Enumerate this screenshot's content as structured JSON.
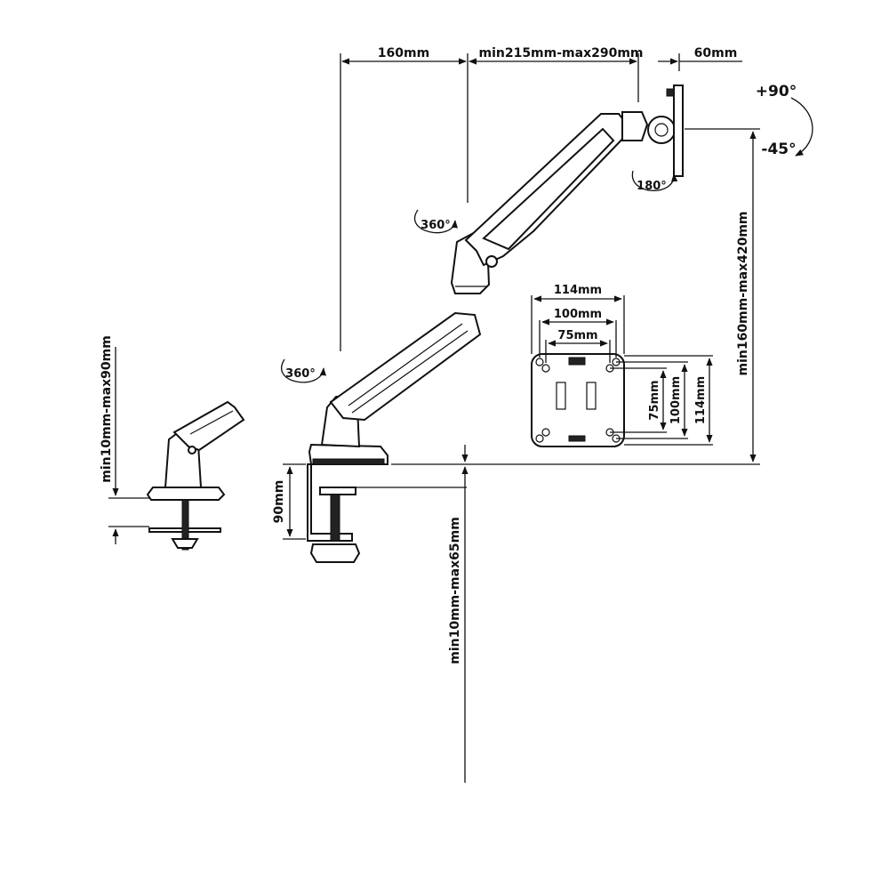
{
  "dimensions": {
    "base_offset": "160mm",
    "arm_reach": "min215mm-max290mm",
    "head_depth": "60mm",
    "height_range": "min160mm-max420mm",
    "clamp_height": "90mm",
    "desk_thickness_clamp": "min10mm-max65mm",
    "desk_thickness_grommet": "min10mm-max90mm"
  },
  "rotations": {
    "base_swivel": "360°",
    "arm_swivel": "360°",
    "head_rotation": "180°",
    "tilt_up": "+90°",
    "tilt_down": "-45°"
  },
  "vesa": {
    "outer_w": "114mm",
    "mid_w": "100mm",
    "inner_w": "75mm",
    "inner_h": "75mm",
    "mid_h": "100mm",
    "outer_h": "114mm"
  }
}
